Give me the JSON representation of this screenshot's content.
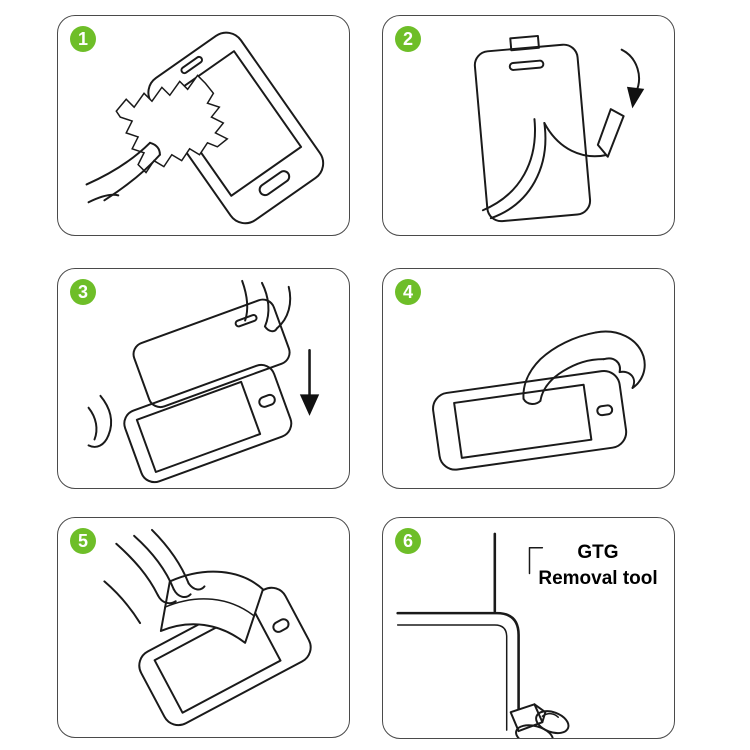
{
  "colors": {
    "badge_green": "#6ebe28",
    "line": "#1a1a1a"
  },
  "steps": [
    {
      "number": "1",
      "name": "clean-screen-with-cloth"
    },
    {
      "number": "2",
      "name": "peel-protective-film"
    },
    {
      "number": "3",
      "name": "align-and-place-protector"
    },
    {
      "number": "4",
      "name": "press-screen-with-finger"
    },
    {
      "number": "5",
      "name": "smooth-film-with-card"
    },
    {
      "number": "6",
      "name": "use-removal-tool",
      "label_line1": "GTG",
      "label_line2": "Removal tool"
    }
  ]
}
